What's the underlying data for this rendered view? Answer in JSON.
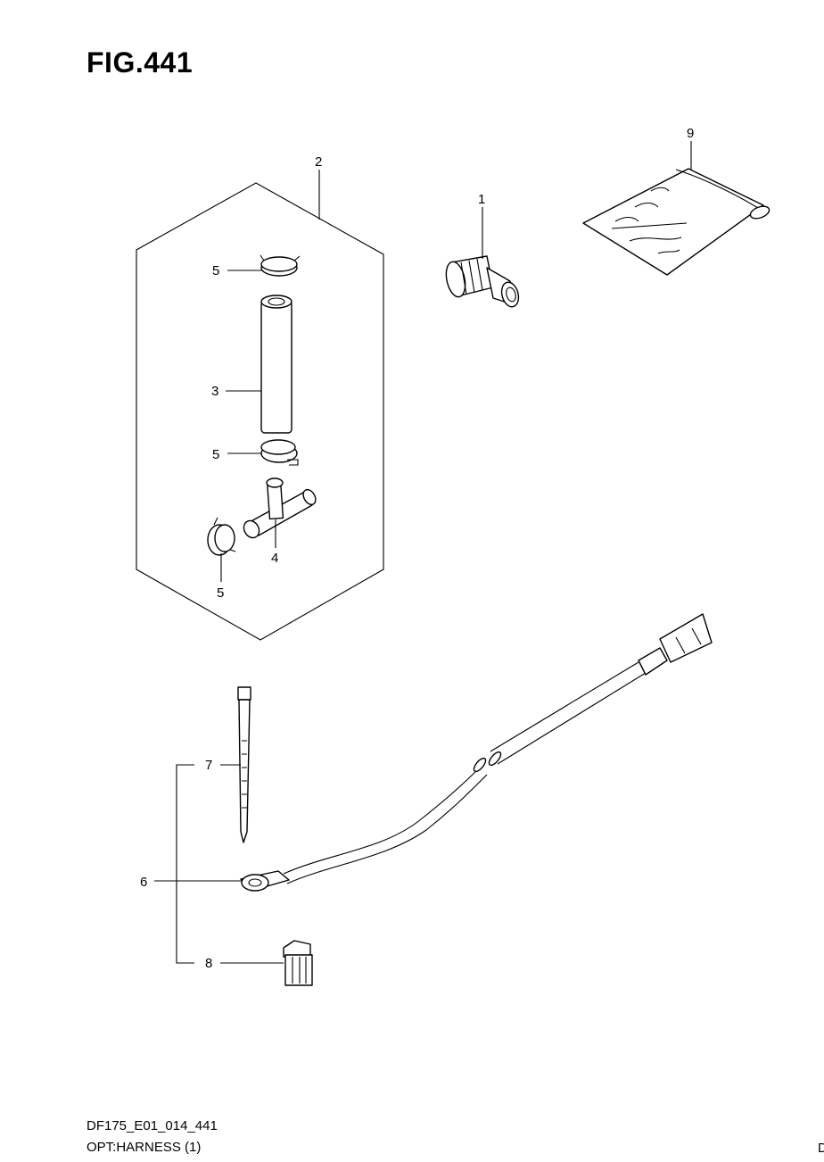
{
  "figure": {
    "title": "FIG.441"
  },
  "callouts": {
    "c1": "1",
    "c2": "2",
    "c3": "3",
    "c4": "4",
    "c5a": "5",
    "c5b": "5",
    "c5c": "5",
    "c6": "6",
    "c7": "7",
    "c8": "8",
    "c9": "9"
  },
  "footer": {
    "model_code": "DF175_E01_014_441",
    "section": "OPT:HARNESS (1)",
    "edge_mark": "D"
  }
}
